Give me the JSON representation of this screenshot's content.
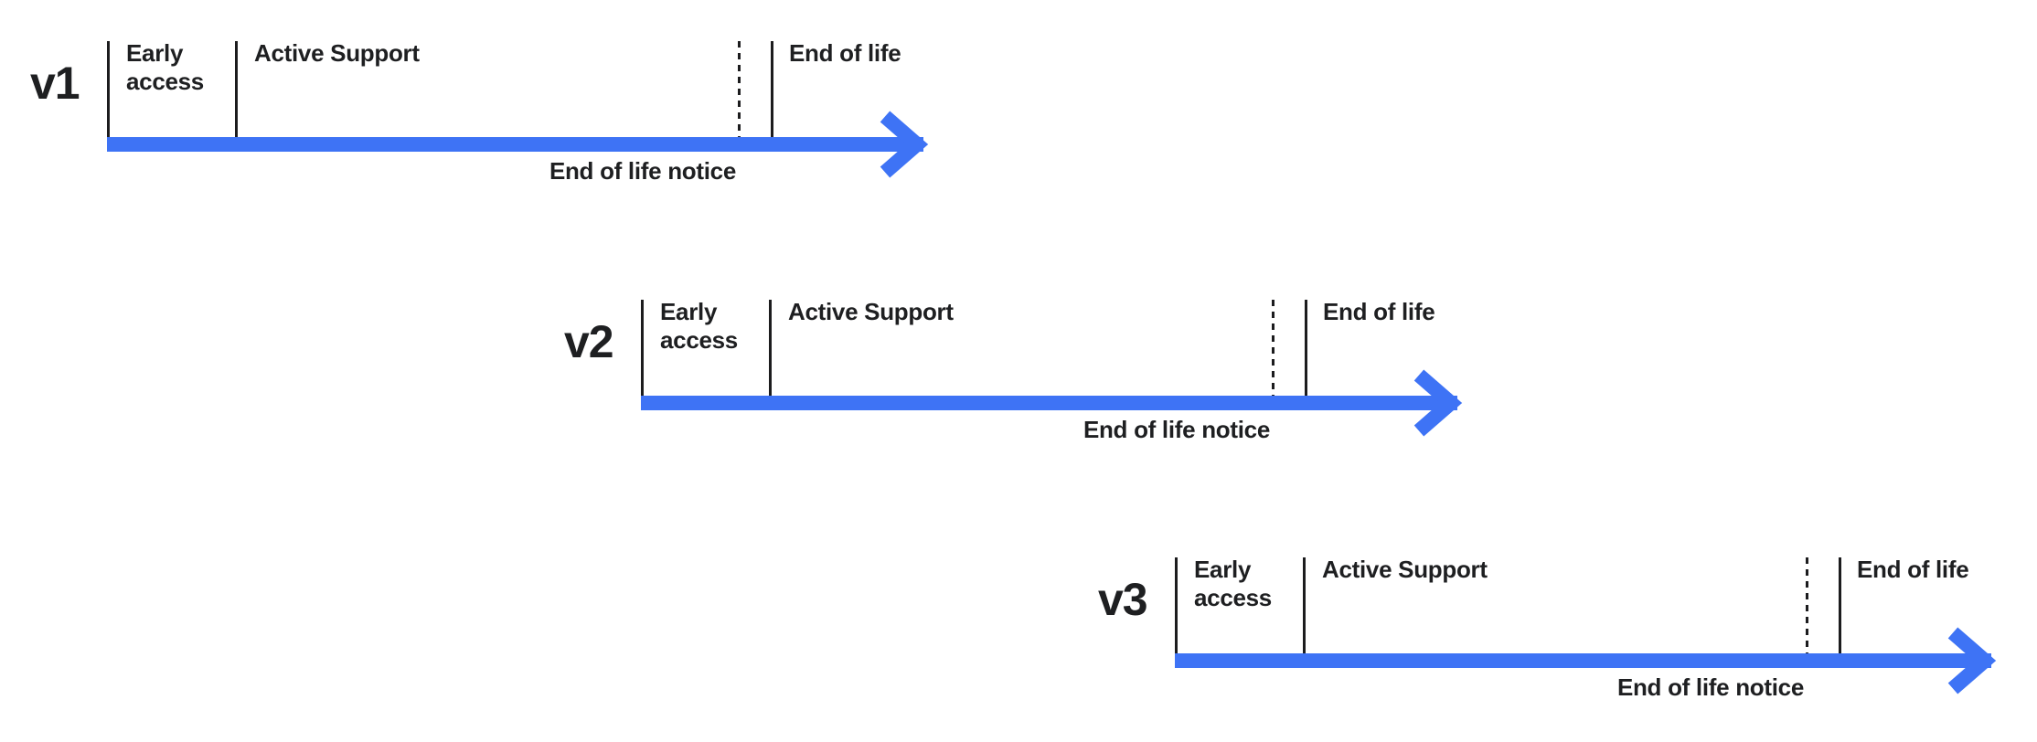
{
  "diagram": {
    "type": "version-release-lifecycle-timelines",
    "colors": {
      "arrow_blue": "#3E73F5",
      "line_dark": "#1C1C1E",
      "text_dark": "#1E1F21",
      "background": "#FFFFFF"
    }
  },
  "timelines": [
    {
      "version": "v1",
      "early_access": "Early access",
      "active_support": "Active Support",
      "end_of_life": "End of life",
      "end_of_life_notice": "End of life notice"
    },
    {
      "version": "v2",
      "early_access": "Early access",
      "active_support": "Active Support",
      "end_of_life": "End of life",
      "end_of_life_notice": "End of life notice"
    },
    {
      "version": "v3",
      "early_access": "Early access",
      "active_support": "Active Support",
      "end_of_life": "End of life",
      "end_of_life_notice": "End of life notice"
    }
  ]
}
